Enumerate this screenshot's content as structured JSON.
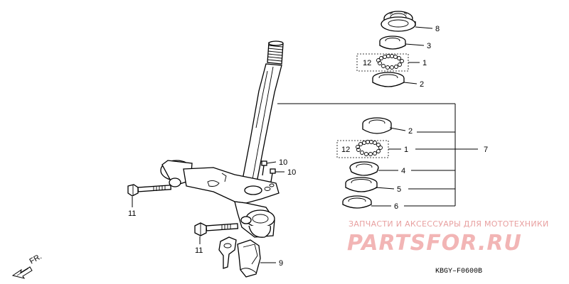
{
  "callouts": [
    {
      "id": "c8",
      "label": "8"
    },
    {
      "id": "c3",
      "label": "3"
    },
    {
      "id": "c1a",
      "label": "1"
    },
    {
      "id": "c12a",
      "label": "12"
    },
    {
      "id": "c2a",
      "label": "2"
    },
    {
      "id": "c2b",
      "label": "2"
    },
    {
      "id": "c12b",
      "label": "12"
    },
    {
      "id": "c1b",
      "label": "1"
    },
    {
      "id": "c7",
      "label": "7"
    },
    {
      "id": "c4",
      "label": "4"
    },
    {
      "id": "c5",
      "label": "5"
    },
    {
      "id": "c6",
      "label": "6"
    },
    {
      "id": "c10a",
      "label": "10"
    },
    {
      "id": "c10b",
      "label": "10"
    },
    {
      "id": "c11a",
      "label": "11"
    },
    {
      "id": "c11b",
      "label": "11"
    },
    {
      "id": "c9",
      "label": "9"
    }
  ],
  "direction_label": "FR.",
  "diagram_code": "KBGY–F0600B",
  "watermark": {
    "tagline": "ЗАПЧАСТИ И АКСЕССУАРЫ ДЛЯ МОТОТЕХНИКИ",
    "brand": "PARTSFOR.RU",
    "color": "#f2b5b5"
  }
}
